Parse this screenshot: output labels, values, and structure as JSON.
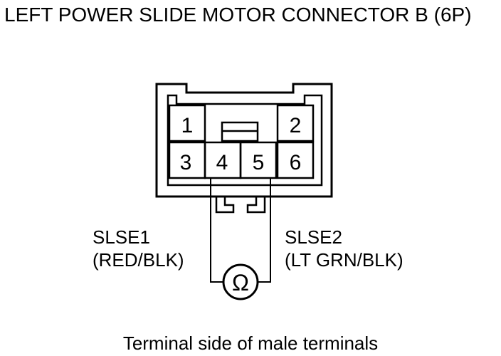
{
  "title": "LEFT POWER SLIDE MOTOR CONNECTOR B (6P)",
  "connector": {
    "pins": [
      {
        "number": "1"
      },
      {
        "number": "2"
      },
      {
        "number": "3"
      },
      {
        "number": "4"
      },
      {
        "number": "5"
      },
      {
        "number": "6"
      }
    ]
  },
  "probe_left": {
    "name": "SLSE1",
    "color": "(RED/BLK)"
  },
  "probe_right": {
    "name": "SLSE2",
    "color": "(LT GRN/BLK)"
  },
  "meter": {
    "symbol": "Ω",
    "icon": "ohmmeter-icon"
  },
  "footer": "Terminal side of male terminals"
}
